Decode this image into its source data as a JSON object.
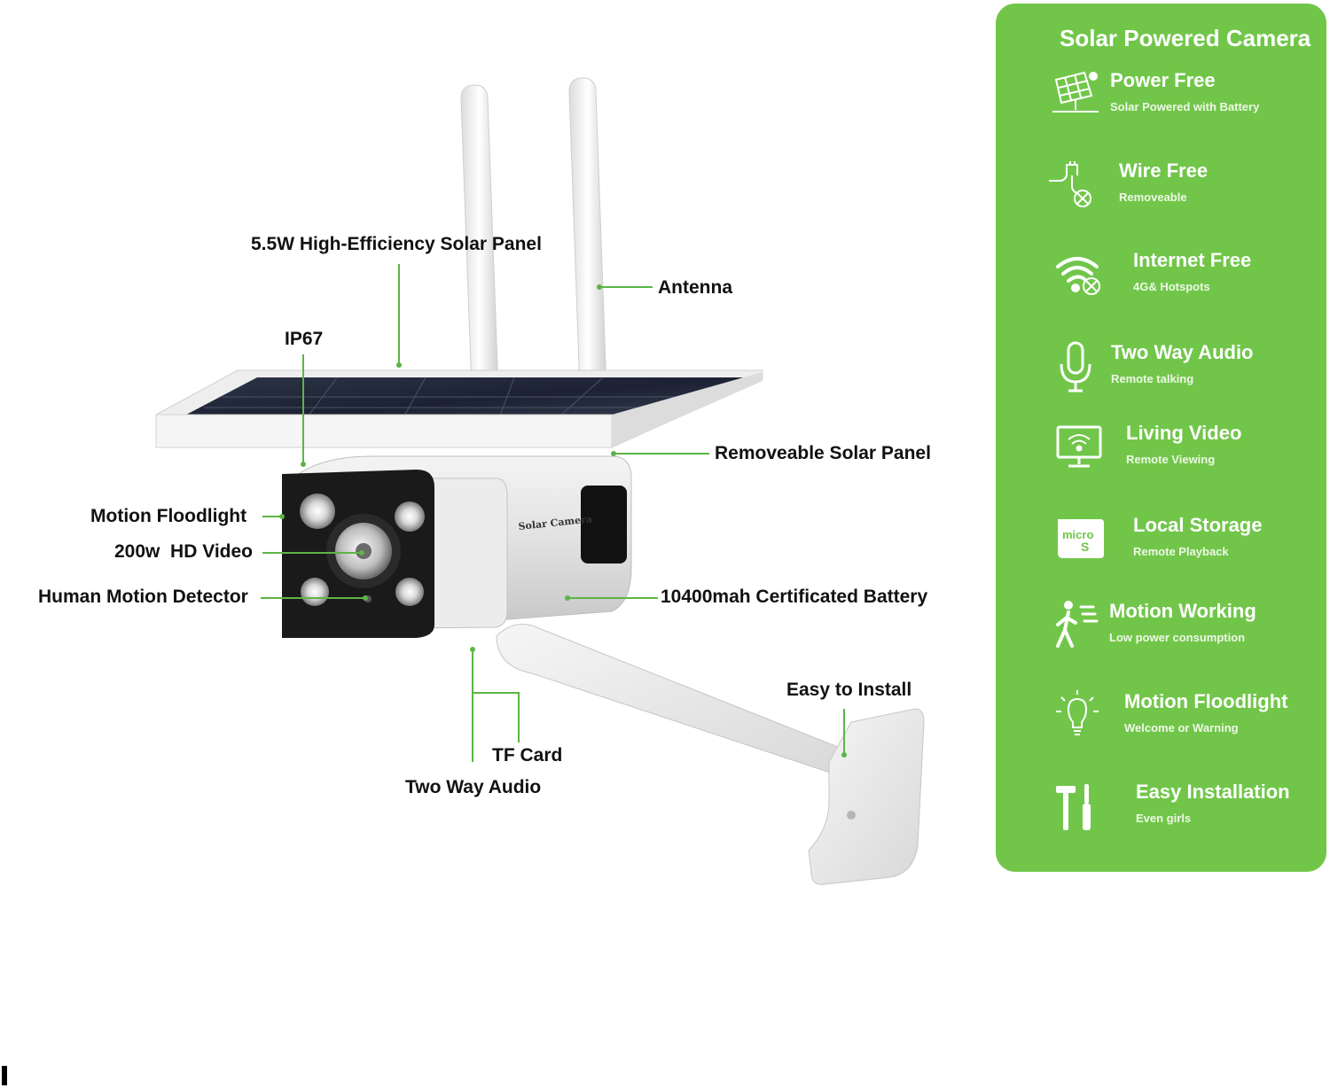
{
  "callouts": {
    "solar_panel": "5.5W High-Efficiency Solar Panel",
    "antenna": "Antenna",
    "ip67": "IP67",
    "removeable_panel": "Removeable Solar Panel",
    "motion_floodlight": "Motion Floodlight",
    "hd_video": "200w  HD Video",
    "human_motion": "Human Motion Detector",
    "battery": "10400mah Certificated Battery",
    "easy_install": "Easy to Install",
    "tf_card": "TF Card",
    "two_way_audio": "Two Way Audio"
  },
  "camera_brand": "Solar Camera",
  "panel": {
    "title": "Solar Powered Camera",
    "background_color": "#71c64a",
    "features": [
      {
        "icon": "solar-panel-icon",
        "title": "Power Free",
        "subtitle": "Solar Powered with Battery"
      },
      {
        "icon": "plug-off-icon",
        "title": "Wire Free",
        "subtitle": "Removeable"
      },
      {
        "icon": "wifi-off-icon",
        "title": "Internet Free",
        "subtitle": "4G& Hotspots"
      },
      {
        "icon": "microphone-icon",
        "title": "Two Way Audio",
        "subtitle": "Remote talking"
      },
      {
        "icon": "monitor-wifi-icon",
        "title": "Living Video",
        "subtitle": "Remote Viewing"
      },
      {
        "icon": "microsd-icon",
        "title": "Local Storage",
        "subtitle": "Remote Playback"
      },
      {
        "icon": "walking-person-icon",
        "title": "Motion Working",
        "subtitle": "Low power consumption"
      },
      {
        "icon": "lightbulb-icon",
        "title": "Motion Floodlight",
        "subtitle": "Welcome or Warning"
      },
      {
        "icon": "tools-icon",
        "title": "Easy Installation",
        "subtitle": "Even girls"
      }
    ]
  },
  "microsd_label": "micro"
}
